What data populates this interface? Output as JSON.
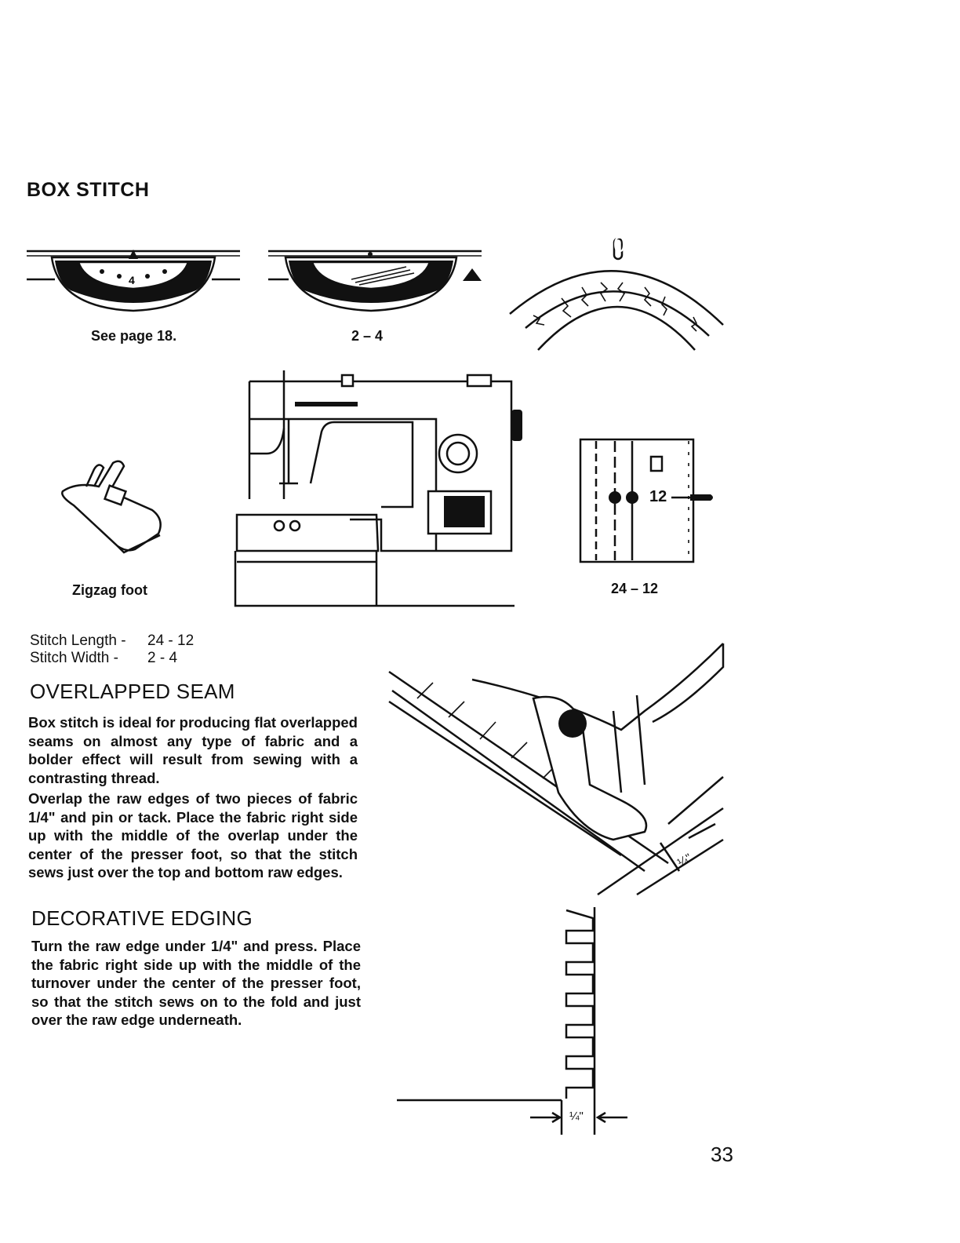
{
  "title": "BOX STITCH",
  "figures": {
    "dial1_caption": "See page 18.",
    "dial2_caption": "2 – 4",
    "selector_mark": "0",
    "foot_caption": "Zigzag foot",
    "length_caption": "24 – 12",
    "length_dial_value": "12",
    "quarter_inch_mark": "¼\""
  },
  "settings": {
    "length_label": "Stitch Length -",
    "length_value": "24 - 12",
    "width_label": "Stitch Width -",
    "width_value": "2 - 4"
  },
  "overlapped": {
    "heading": "OVERLAPPED SEAM",
    "p1": "Box stitch is ideal for producing flat overlapped seams on almost any type of fabric and a bolder effect will result from sewing with a contrasting thread.",
    "p2": "Overlap the raw edges of two pieces of fabric 1/4\" and pin or tack. Place the fabric right side up with the middle of the overlap under the center of the presser foot, so that the stitch sews just over the top and bottom raw edges."
  },
  "decorative": {
    "heading": "DECORATIVE EDGING",
    "p1": "Turn the raw edge under 1/4\" and press. Place the fabric right side up with the middle of the turnover under the center of the presser foot, so that the stitch sews on to the fold and just over the raw edge underneath."
  },
  "page_number": "33"
}
